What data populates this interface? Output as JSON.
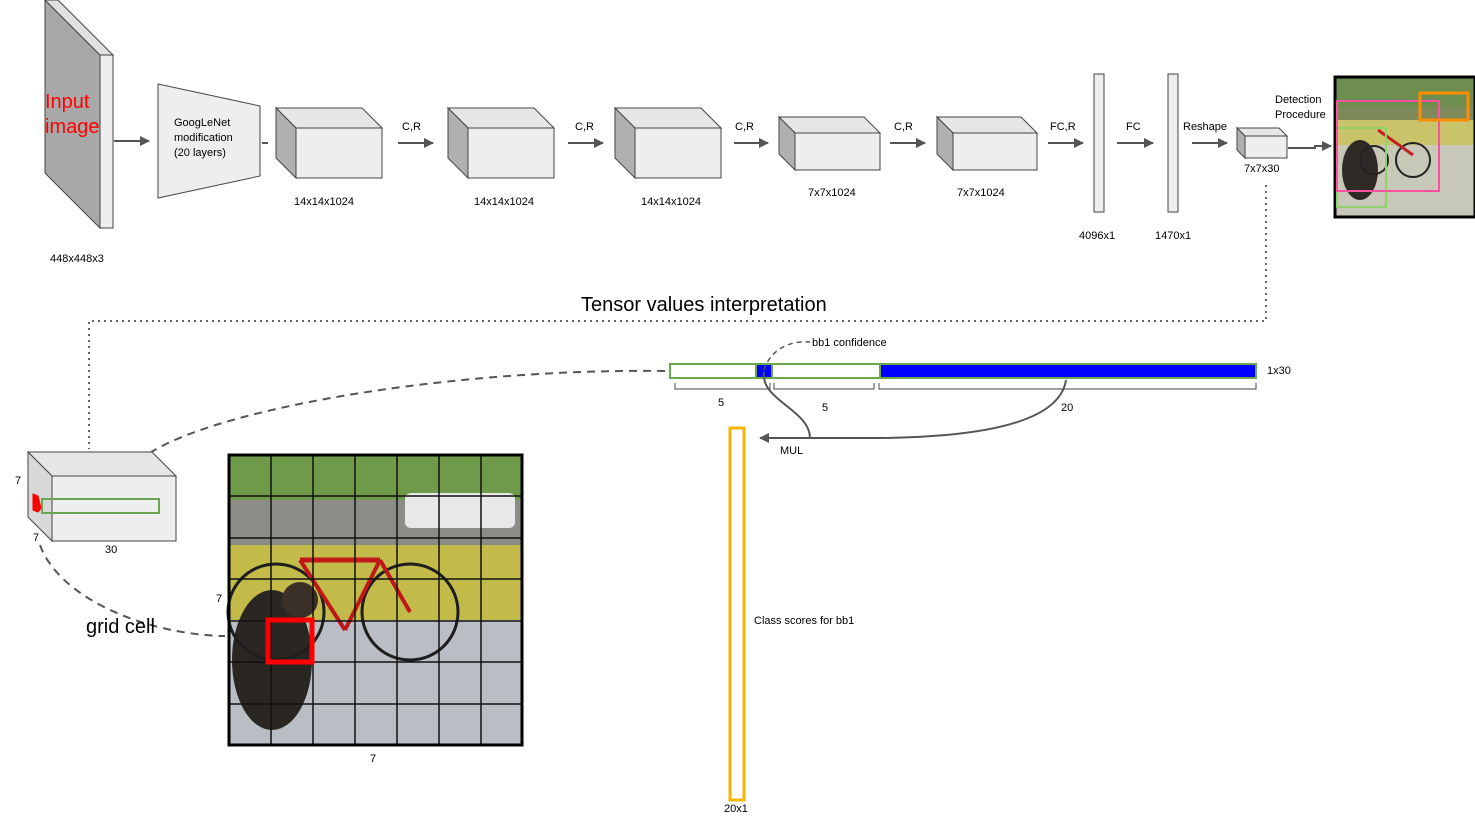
{
  "colors": {
    "block_fill": "#eeeeee",
    "block_side": "#d0d0d0",
    "block_dark": "#a0a0a0",
    "stroke": "#444444",
    "red": "#ff0000",
    "green": "#6aa84f",
    "blue": "#0000ff",
    "yellow": "#f4b400",
    "orange": "#ff8c00",
    "pink": "#ff4fa0"
  },
  "input": {
    "line1": "Input",
    "line2": "image",
    "size": "448x448x3"
  },
  "googlenet": {
    "line1": "GoogLeNet",
    "line2": "modification",
    "line3": "(20 layers)"
  },
  "conv_blocks": [
    {
      "size": "14x14x1024"
    },
    {
      "size": "14x14x1024"
    },
    {
      "size": "14x14x1024"
    },
    {
      "size": "7x7x1024"
    },
    {
      "size": "7x7x1024"
    }
  ],
  "arrows": [
    "C,R",
    "C,R",
    "C,R",
    "C,R",
    "FC,R",
    "FC",
    "Reshape"
  ],
  "fc_layers": [
    {
      "size": "4096x1"
    },
    {
      "size": "1470x1"
    }
  ],
  "output": {
    "size": "7x7x30",
    "detection_line1": "Detection",
    "detection_line2": "Procedure"
  },
  "tensor_title": "Tensor values interpretation",
  "vector": {
    "bb1_confidence": "bb1 confidence",
    "size": "1x30",
    "seg1": "5",
    "seg2": "5",
    "seg3": "20"
  },
  "mul": "MUL",
  "class_scores": {
    "label": "Class scores for bb1",
    "size": "20x1"
  },
  "cube": {
    "dim1": "7",
    "dim2": "7",
    "dim3": "30"
  },
  "grid": {
    "rows": "7",
    "cols": "7",
    "grid_cell": "grid cell"
  }
}
